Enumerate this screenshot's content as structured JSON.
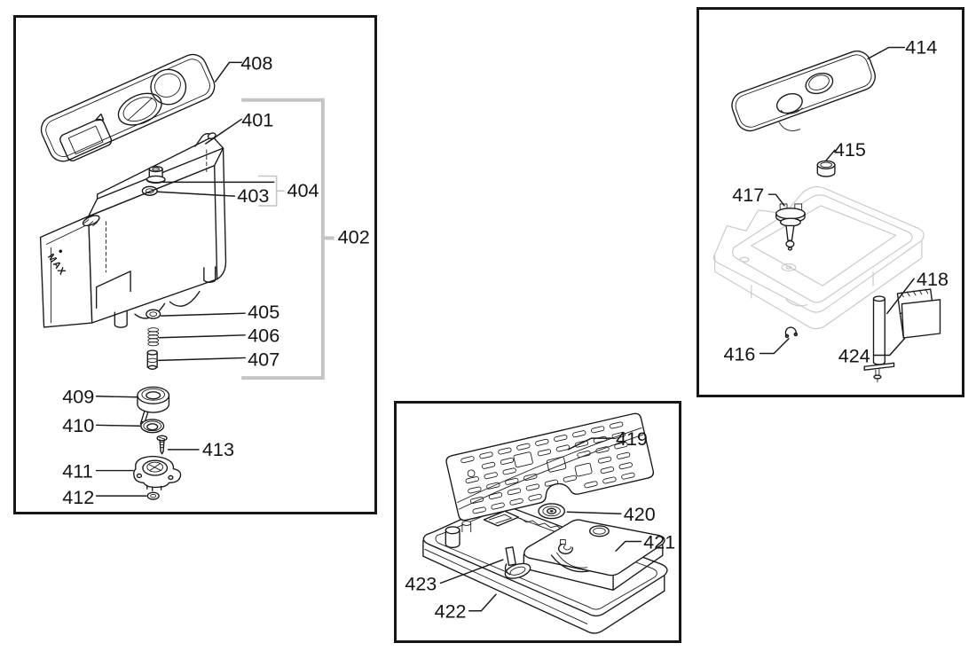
{
  "diagram": {
    "background": "#ffffff",
    "colors": {
      "line": "#1a1a1a",
      "panel_border": "#161616",
      "callout_bracket": "#c4c4c4",
      "ghost_lines": "#c9c9c9"
    },
    "panels": [
      {
        "name": "water-tank-assembly",
        "labels": [
          {
            "part": "408"
          },
          {
            "part": "401"
          },
          {
            "part": "403"
          },
          {
            "part": "404"
          },
          {
            "part": "402"
          },
          {
            "part": "405"
          },
          {
            "part": "406"
          },
          {
            "part": "407"
          },
          {
            "part": "409"
          },
          {
            "part": "410"
          },
          {
            "part": "413"
          },
          {
            "part": "411"
          },
          {
            "part": "412"
          }
        ],
        "markings": {
          "max": "MAX"
        }
      },
      {
        "name": "drip-tray-upper-assembly",
        "labels": [
          {
            "part": "414"
          },
          {
            "part": "415"
          },
          {
            "part": "417"
          },
          {
            "part": "418"
          },
          {
            "part": "416"
          },
          {
            "part": "424"
          }
        ]
      },
      {
        "name": "drip-tray-lower-assembly",
        "labels": [
          {
            "part": "419"
          },
          {
            "part": "420"
          },
          {
            "part": "421"
          },
          {
            "part": "423"
          },
          {
            "part": "422"
          }
        ]
      }
    ]
  }
}
